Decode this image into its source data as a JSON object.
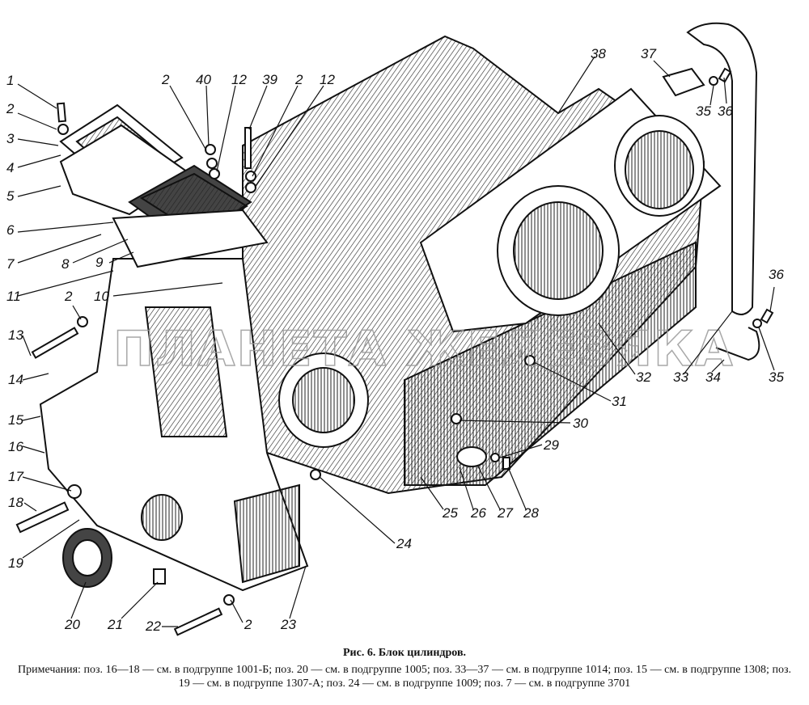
{
  "figure": {
    "title": "Рис. 6. Блок цилиндров.",
    "notes": "Примечания: поз. 16—18 — см. в подгруппе 1001-Б; поз. 20 — см. в подгруппе 1005; поз. 33—37 — см. в подгруппе 1014; поз. 15 — см. в подгруппе 1308; поз. 19 — см. в подгруппе 1307-А; поз. 24 — см. в подгруппе 1009; поз. 7 — см. в подгруппе 3701",
    "watermark": "ПЛАНЕТА ЖЕЛЕЗЯКА"
  },
  "callouts": [
    {
      "id": "c1",
      "label": "1"
    },
    {
      "id": "c2a",
      "label": "2"
    },
    {
      "id": "c3",
      "label": "3"
    },
    {
      "id": "c4",
      "label": "4"
    },
    {
      "id": "c5",
      "label": "5"
    },
    {
      "id": "c6",
      "label": "6"
    },
    {
      "id": "c7",
      "label": "7"
    },
    {
      "id": "c8",
      "label": "8"
    },
    {
      "id": "c9",
      "label": "9"
    },
    {
      "id": "c10",
      "label": "10"
    },
    {
      "id": "c11",
      "label": "11"
    },
    {
      "id": "c2b",
      "label": "2"
    },
    {
      "id": "c13",
      "label": "13"
    },
    {
      "id": "c14",
      "label": "14"
    },
    {
      "id": "c15",
      "label": "15"
    },
    {
      "id": "c16",
      "label": "16"
    },
    {
      "id": "c17",
      "label": "17"
    },
    {
      "id": "c18",
      "label": "18"
    },
    {
      "id": "c19",
      "label": "19"
    },
    {
      "id": "c20",
      "label": "20"
    },
    {
      "id": "c21",
      "label": "21"
    },
    {
      "id": "c22",
      "label": "22"
    },
    {
      "id": "c2c",
      "label": "2"
    },
    {
      "id": "c23",
      "label": "23"
    },
    {
      "id": "c24",
      "label": "24"
    },
    {
      "id": "c25",
      "label": "25"
    },
    {
      "id": "c26",
      "label": "26"
    },
    {
      "id": "c27",
      "label": "27"
    },
    {
      "id": "c28",
      "label": "28"
    },
    {
      "id": "c29",
      "label": "29"
    },
    {
      "id": "c30",
      "label": "30"
    },
    {
      "id": "c31",
      "label": "31"
    },
    {
      "id": "c32",
      "label": "32"
    },
    {
      "id": "c33",
      "label": "33"
    },
    {
      "id": "c34",
      "label": "34"
    },
    {
      "id": "c35a",
      "label": "35"
    },
    {
      "id": "c36a",
      "label": "36"
    },
    {
      "id": "c35b",
      "label": "35"
    },
    {
      "id": "c36b",
      "label": "36"
    },
    {
      "id": "c37",
      "label": "37"
    },
    {
      "id": "c38",
      "label": "38"
    },
    {
      "id": "c2d",
      "label": "2"
    },
    {
      "id": "c40",
      "label": "40"
    },
    {
      "id": "c12a",
      "label": "12"
    },
    {
      "id": "c39",
      "label": "39"
    },
    {
      "id": "c2e",
      "label": "2"
    },
    {
      "id": "c12b",
      "label": "12"
    }
  ]
}
